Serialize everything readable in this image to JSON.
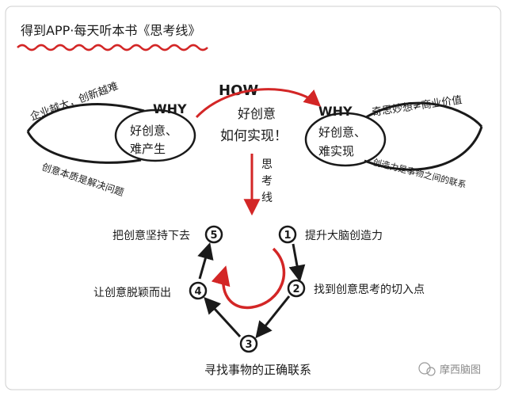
{
  "header": {
    "title": "得到APP·每天听本书《思考线》"
  },
  "how_block": {
    "label": "HOW",
    "line1": "好创意",
    "line2": "如何实现！"
  },
  "why_left": {
    "label": "WHY",
    "line1": "好创意、",
    "line2": "难产生",
    "branch_top": "企业越大，创新越难",
    "branch_bottom": "创意本质是解决问题"
  },
  "why_right": {
    "label": "WHY",
    "line1": "好创意、",
    "line2": "难实现",
    "branch_top": "奇思妙想≠商业价值",
    "branch_bottom": "创造力是事物之间的联系"
  },
  "thinking_line": {
    "label_1": "思",
    "label_2": "考",
    "label_3": "线"
  },
  "steps": [
    {
      "num": "1",
      "text": "提升大脑创造力"
    },
    {
      "num": "2",
      "text": "找到创意思考的切入点"
    },
    {
      "num": "3",
      "text": "寻找事物的正确联系"
    },
    {
      "num": "4",
      "text": "让创意脱颖而出"
    },
    {
      "num": "5",
      "text": "把创意坚持下去"
    }
  ],
  "watermark": {
    "text": "摩西脑图"
  },
  "colors": {
    "ink": "#1a1a1a",
    "accent_red": "#d32626",
    "wavy_underline": "#d32626"
  }
}
